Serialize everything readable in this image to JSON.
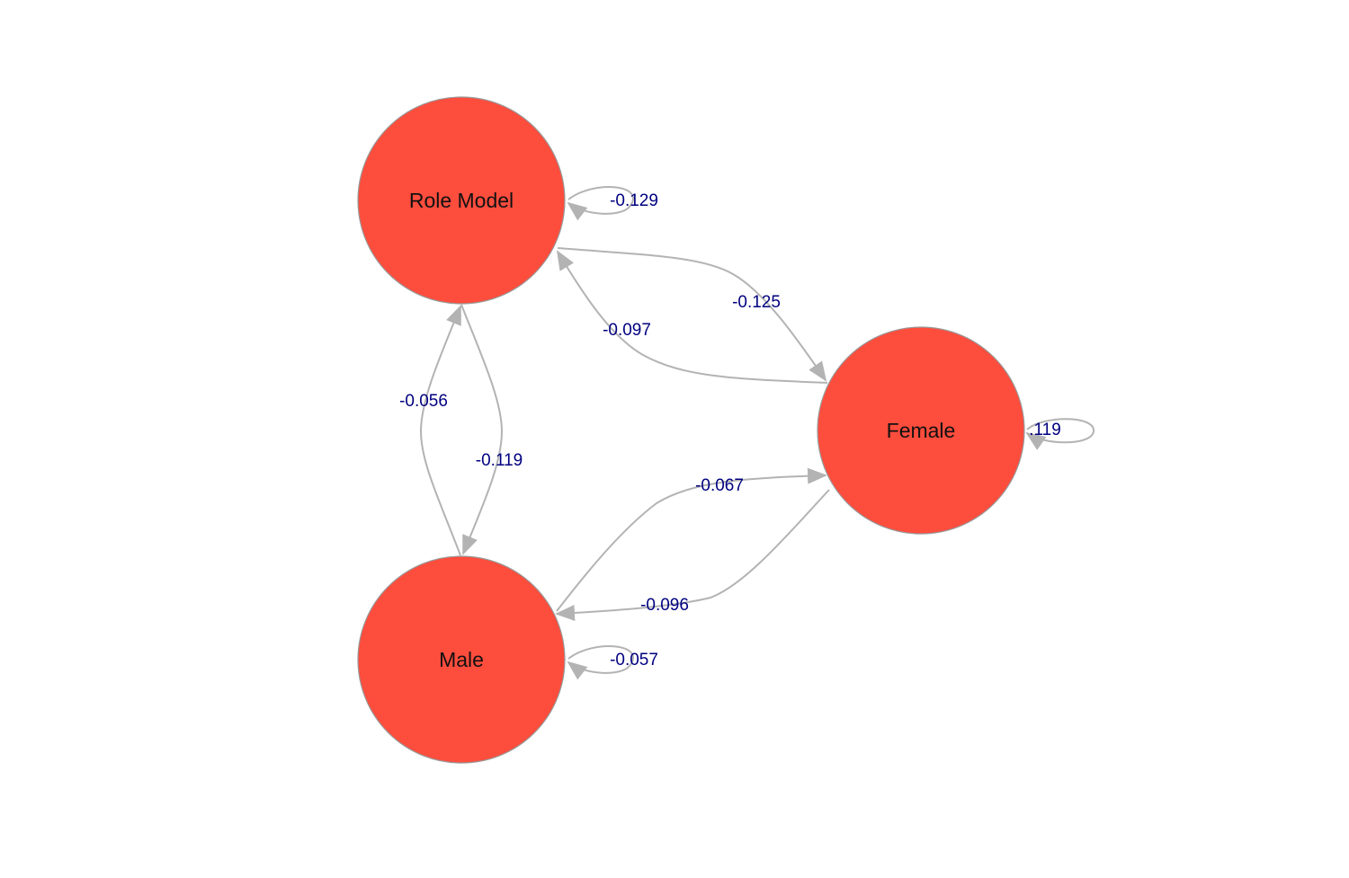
{
  "colors": {
    "node_fill": "#fd4d3d",
    "edge": "#b3b3b3",
    "edge_label": "#000080"
  },
  "nodes": [
    {
      "id": "role_model",
      "label": "Role Model"
    },
    {
      "id": "female",
      "label": "Female"
    },
    {
      "id": "male",
      "label": "Male"
    }
  ],
  "edges": [
    {
      "id": "rm_rm",
      "from": "role_model",
      "to": "role_model",
      "label": "-0.129"
    },
    {
      "id": "rm_female",
      "from": "role_model",
      "to": "female",
      "label": "-0.125"
    },
    {
      "id": "female_rm",
      "from": "female",
      "to": "role_model",
      "label": "-0.097"
    },
    {
      "id": "male_rm",
      "from": "male",
      "to": "role_model",
      "label": "-0.056"
    },
    {
      "id": "rm_male",
      "from": "role_model",
      "to": "male",
      "label": "-0.119"
    },
    {
      "id": "female_female",
      "from": "female",
      "to": "female",
      "label": ".119"
    },
    {
      "id": "male_female",
      "from": "male",
      "to": "female",
      "label": "-0.067"
    },
    {
      "id": "female_male",
      "from": "female",
      "to": "male",
      "label": "-0.096"
    },
    {
      "id": "male_male",
      "from": "male",
      "to": "male",
      "label": "-0.057"
    }
  ]
}
